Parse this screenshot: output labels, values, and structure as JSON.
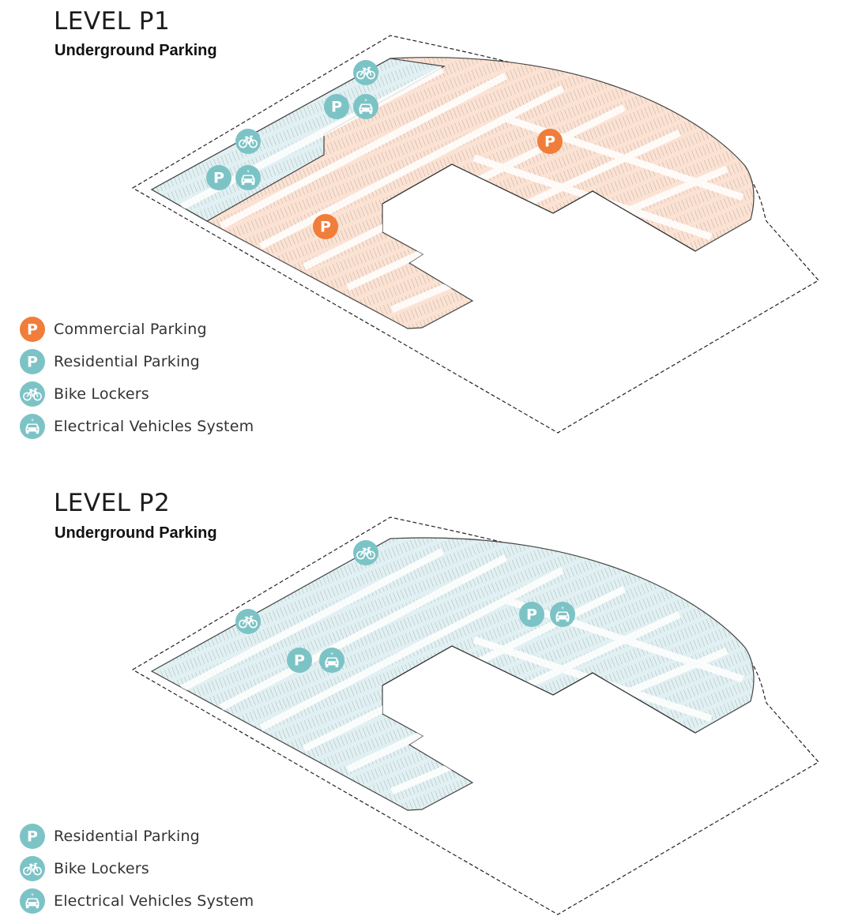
{
  "colors": {
    "commercial": "#f07d39",
    "residential": "#7cc3c6",
    "commercial_zone_fill": "#fbe2d3",
    "residential_zone_fill": "#e1f0f2",
    "outline": "#2a2a2a"
  },
  "icons": {
    "commercial_parking": "parking-P-icon",
    "residential_parking": "parking-P-icon",
    "bike_lockers": "bicycle-icon",
    "electrical_vehicles": "ev-car-charging-icon"
  },
  "levels": [
    {
      "title": "LEVEL P1",
      "subtitle": "Underground Parking",
      "legend": [
        {
          "label": "Commercial Parking",
          "icon": "parking-P-icon",
          "color": "#f07d39"
        },
        {
          "label": "Residential Parking",
          "icon": "parking-P-icon",
          "color": "#7cc3c6"
        },
        {
          "label": "Bike Lockers",
          "icon": "bicycle-icon",
          "color": "#7cc3c6"
        },
        {
          "label": "Electrical Vehicles System",
          "icon": "ev-car-charging-icon",
          "color": "#7cc3c6"
        }
      ]
    },
    {
      "title": "LEVEL P2",
      "subtitle": "Underground Parking",
      "legend": [
        {
          "label": "Residential Parking",
          "icon": "parking-P-icon",
          "color": "#7cc3c6"
        },
        {
          "label": "Bike Lockers",
          "icon": "bicycle-icon",
          "color": "#7cc3c6"
        },
        {
          "label": "Electrical Vehicles System",
          "icon": "ev-car-charging-icon",
          "color": "#7cc3c6"
        }
      ]
    }
  ],
  "marker_letter": "P"
}
